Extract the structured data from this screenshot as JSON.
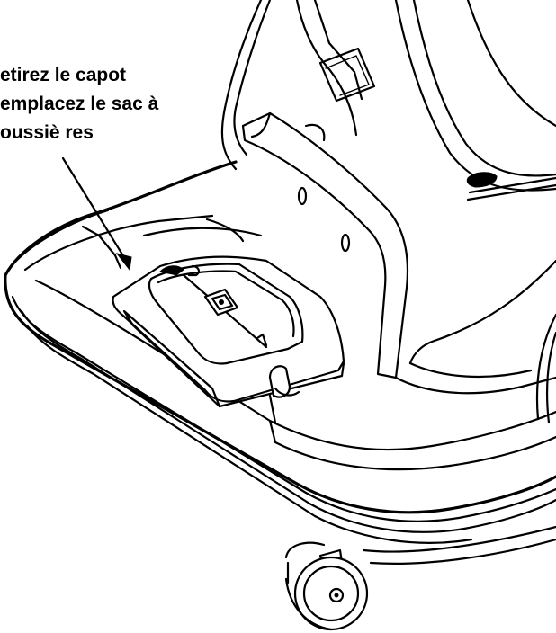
{
  "callout": {
    "line1": "etirez le capot",
    "line2": "emplacez le sac à",
    "line3": "oussiè res"
  },
  "icons": {
    "leader_arrow": "arrow-pointer-icon",
    "cover_latch": "latch-icon",
    "caster_wheel": "caster-wheel-icon"
  }
}
